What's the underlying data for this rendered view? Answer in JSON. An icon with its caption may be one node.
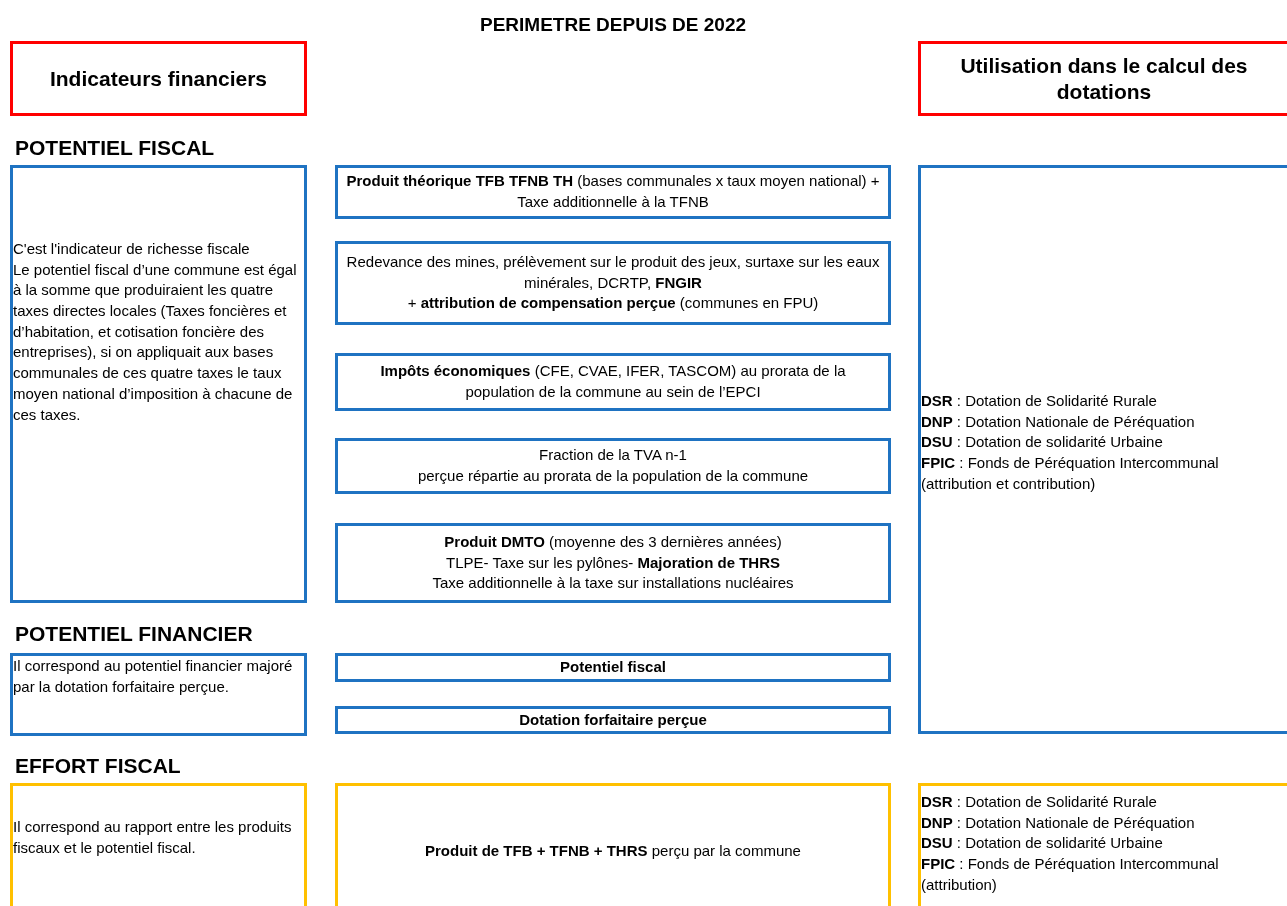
{
  "diagram": {
    "title": "PERIMETRE DEPUIS DE 2022",
    "nodes": [
      {
        "text": [
          "Indicateurs financiers"
        ]
      },
      {
        "text": [
          "Utilisation dans le calcul des dotations"
        ]
      },
      {
        "text": [
          "C'est l'indicateur de richesse fiscale",
          "Le potentiel fiscal d’une commune est égal à la somme que produiraient les quatre taxes directes locales (Taxes foncières et d’habitation, et cotisation foncière des entreprises), si on appliquait aux bases communales de ces quatre taxes le taux moyen national d’imposition à chacune de ces taxes."
        ]
      },
      {
        "text": [
          "**Produit théorique TFB TFNB TH** (bases communales x taux moyen national) + Taxe additionnelle à la TFNB"
        ]
      },
      {
        "text": [
          "Redevance des mines, prélèvement sur le produit des jeux, surtaxe sur les eaux minérales, DCRTP, **FNGIR**",
          "+ **attribution de compensation perçue** (communes en FPU)"
        ]
      },
      {
        "text": [
          "**Impôts économiques** (CFE, CVAE, IFER, TASCOM) au prorata de la population de la commune au sein de l’EPCI"
        ]
      },
      {
        "text": [
          "Fraction de la TVA n-1",
          "perçue répartie au prorata de la population de la commune"
        ]
      },
      {
        "text": [
          "**Produit DMTO** (moyenne des 3 dernières années)",
          "TLPE- Taxe sur les pylônes- **Majoration de THRS**",
          "Taxe additionnelle à la taxe sur installations nucléaires"
        ]
      },
      {
        "text": [
          "**DSR** : Dotation de Solidarité Rurale",
          "**DNP** : Dotation Nationale de Péréquation",
          "**DSU** : Dotation de solidarité Urbaine",
          "**FPIC** : Fonds de Péréquation Intercommunal (attribution et contribution)"
        ]
      },
      {
        "text": [
          "Il correspond au potentiel financier majoré par la dotation forfaitaire perçue."
        ]
      },
      {
        "text": [
          "Potentiel fiscal"
        ]
      },
      {
        "text": [
          "Dotation forfaitaire perçue"
        ]
      },
      {
        "text": [
          "Il correspond au rapport entre les produits fiscaux et le potentiel fiscal."
        ]
      },
      {
        "text": [
          "**Produit de TFB + TFNB + THRS** perçu par la commune"
        ]
      },
      {
        "text": [
          "**DSR** : Dotation de Solidarité Rurale",
          "**DNP** : Dotation Nationale de Péréquation",
          "**DSU** : Dotation de solidarité Urbaine",
          "**FPIC** : Fonds de Péréquation Intercommunal (attribution)"
        ]
      }
    ],
    "labels": [
      "POTENTIEL FISCAL",
      "POTENTIEL FINANCIER",
      "EFFORT FISCAL"
    ]
  }
}
